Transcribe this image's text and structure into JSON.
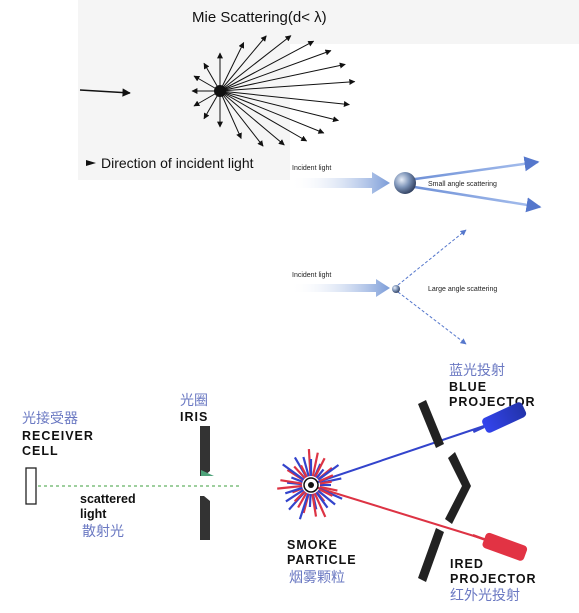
{
  "mie": {
    "title": "Mie Scattering(d< λ)",
    "caption": "Direction of incident light"
  },
  "small_angle": {
    "incident_label": "Incident light",
    "scatter_label": "Small angle scattering"
  },
  "large_angle": {
    "incident_label": "Incident light",
    "scatter_label": "Large angle scattering"
  },
  "detector": {
    "blue_projector_cn": "蓝光投射",
    "blue_projector_line1": "BLUE",
    "blue_projector_line2": "PROJECTOR",
    "iris_cn": "光圈",
    "iris_en": "IRIS",
    "receiver_cn": "光接受器",
    "receiver_line1": "RECEIVER",
    "receiver_line2": "CELL",
    "scattered_line1": "scattered",
    "scattered_line2": "light",
    "scattered_cn": "散射光",
    "smoke_line1": "SMOKE",
    "smoke_line2": "PARTICLE",
    "smoke_cn": "烟雾颗粒",
    "ired_line1": "IRED",
    "ired_line2": "PROJECTOR",
    "ired_cn": "红外光投射"
  },
  "colors": {
    "blue_beam": "#3344cc",
    "red_beam": "#dd3344",
    "cn_label": "#6a78c2",
    "incident_arrow": "#8aa8dd"
  }
}
